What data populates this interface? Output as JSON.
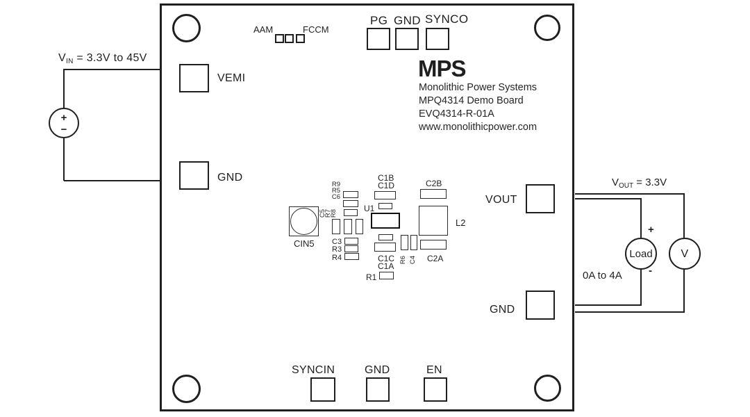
{
  "colors": {
    "line": "#1f1f1f",
    "background": "#ffffff"
  },
  "board": {
    "jumper": {
      "left": "AAM",
      "right": "FCCM"
    },
    "top_terminals": [
      {
        "label": "PG"
      },
      {
        "label": "GND"
      },
      {
        "label": "SYNCO"
      }
    ],
    "left_terminals": [
      {
        "label": "VEMI"
      },
      {
        "label": "GND"
      }
    ],
    "right_terminals": [
      {
        "label": "VOUT"
      },
      {
        "label": "GND"
      }
    ],
    "bottom_terminals": [
      {
        "label": "SYNCIN"
      },
      {
        "label": "GND"
      },
      {
        "label": "EN"
      }
    ],
    "logo": {
      "brand": "MPS",
      "line1": "Monolithic Power Systems",
      "line2": "MPQ4314 Demo Board",
      "line3": "EVQ4314-R-01A",
      "line4": "www.monolithicpower.com"
    },
    "components": {
      "cin5": "CIN5",
      "r9": "R9",
      "r5": "R5",
      "c6": "C6",
      "c5": "C5",
      "r7": "R7",
      "r8": "R8",
      "c3": "C3",
      "r3": "R3",
      "r4": "R4",
      "c1b": "C1B",
      "c1d": "C1D",
      "u1": "U1",
      "c1c": "C1C",
      "c1a": "C1A",
      "r1": "R1",
      "c2b": "C2B",
      "l2": "L2",
      "c2a": "C2A",
      "r6": "R6",
      "c4": "C4"
    }
  },
  "input_circuit": {
    "v": "V",
    "sub": "IN",
    "rest": " = 3.3V to 45V",
    "plus": "+",
    "minus": "−"
  },
  "output_circuit": {
    "v": "V",
    "sub": "OUT",
    "rest": " = 3.3V",
    "plus": "+",
    "minus": "-",
    "current_range": "0A to 4A",
    "load": "Load",
    "voltmeter": "V"
  }
}
